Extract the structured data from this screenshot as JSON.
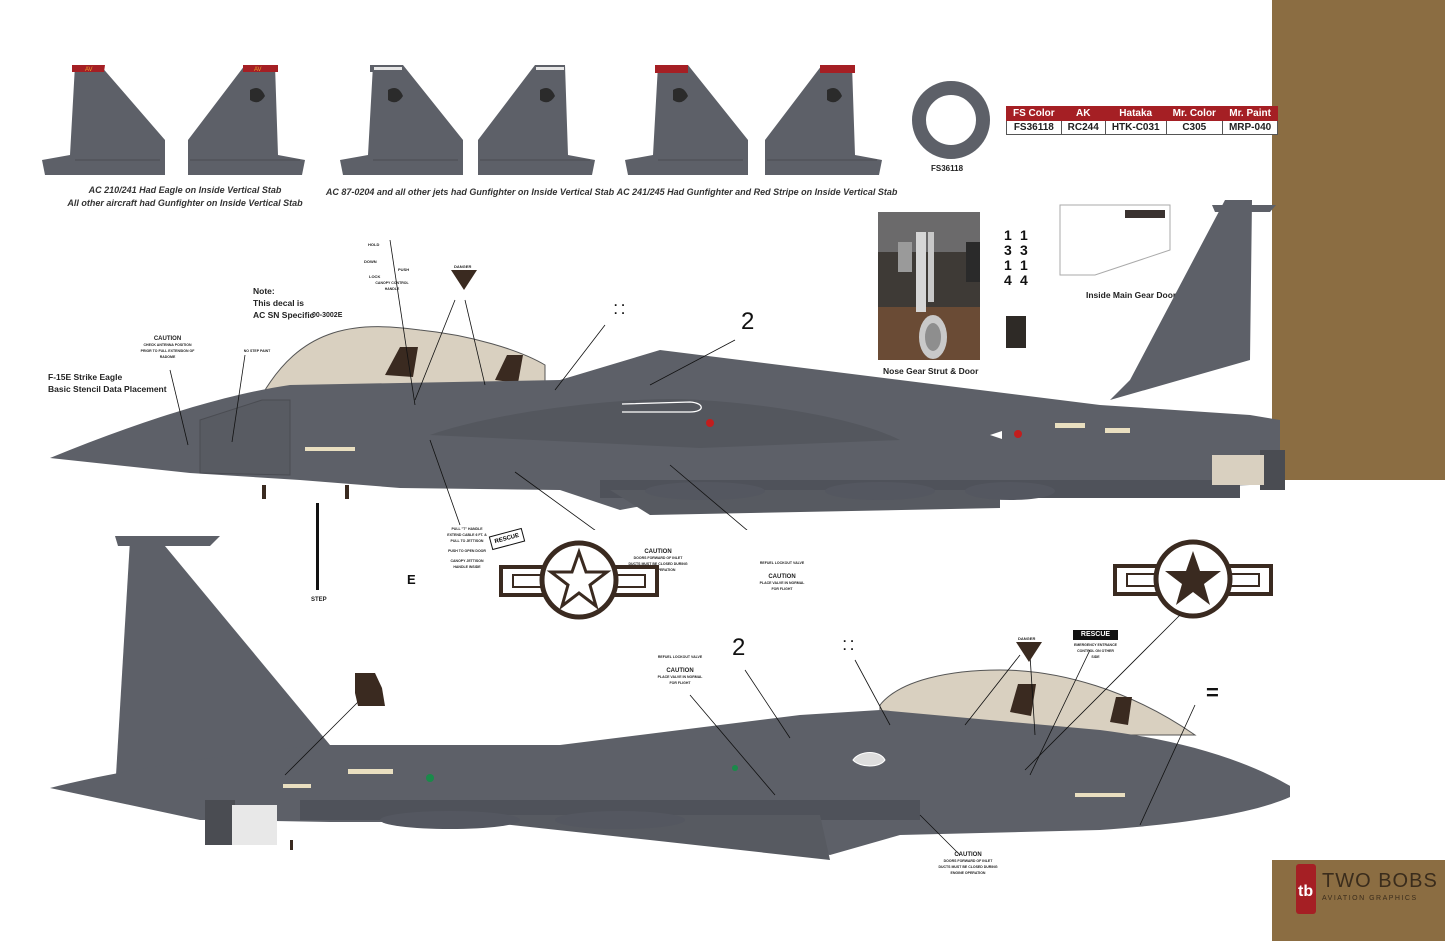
{
  "tail_captions": {
    "group1_line1": "AC 210/241 Had Eagle on Inside Vertical Stab",
    "group1_line2": "All other aircraft had Gunfighter on Inside Vertical Stab",
    "group2": "AC 87-0204 and all other jets had Gunfighter on Inside Vertical Stab",
    "group3": "AC 241/245 Had Gunfighter and Red Stripe on Inside Vertical Stab"
  },
  "swatch_label": "FS36118",
  "color_table": {
    "headers": [
      "FS Color",
      "AK",
      "Hataka",
      "Mr. Color",
      "Mr. Paint"
    ],
    "row": [
      "FS36118",
      "RC244",
      "HTK-C031",
      "C305",
      "MRP-040"
    ]
  },
  "photo_caption": "Nose Gear Strut & Door",
  "gear_door_caption": "Inside Main Gear Doors",
  "gear_numbers": [
    "1",
    "3",
    "1",
    "4",
    "1",
    "3",
    "1",
    "4"
  ],
  "title_line1": "F-15E Strike Eagle",
  "title_line2": "Basic Stencil Data Placement",
  "note_line1": "Note:",
  "note_line2": "This decal is",
  "note_line3": "AC SN Specific",
  "serial": "00-3002E",
  "stencils": {
    "caution": "CAUTION",
    "rescue": "RESCUE",
    "step": "STEP",
    "hold": "HOLD",
    "push": "PUSH",
    "down": "DOWN",
    "lock": "LOCK",
    "canopy_handle": "CANOPY CONTROL HANDLE",
    "danger": "DANGER",
    "two": "2",
    "equals": "=",
    "e": "E",
    "refuel": "REFUEL LOCKOUT VALVE",
    "placed": "PLACE VALVE IN NORMAL FOR FLIGHT",
    "doors": "DOORS FORWARD OF INLET DUCTS MUST BE CLOSED DURING ENGINE OPERATION",
    "antenna": "CHECK ANTENNA POSITION PRIOR TO FULL EXTENSION OF RADOME",
    "pull_t": "PULL \"T\" HANDLE EXTEND CABLE 6 FT. & PULL TO JETTISON",
    "push_to": "PUSH TO OPEN DOOR",
    "canopy_jett": "CANOPY JETTISON HANDLE INSIDE",
    "emergency": "EMERGENCY ENTRANCE CONTROL ON OTHER SIDE",
    "no_step": "NO STEP PAINT"
  },
  "brand": {
    "name": "TWO BOBS",
    "sub": "AVIATION GRAPHICS",
    "logo": "tb"
  },
  "colors": {
    "aircraft_gray": "#5d6068",
    "brown_band": "#8b6d42",
    "red_accent": "#a51f24",
    "canopy": "#d9d0c0",
    "insignia": "#3a2a20"
  }
}
